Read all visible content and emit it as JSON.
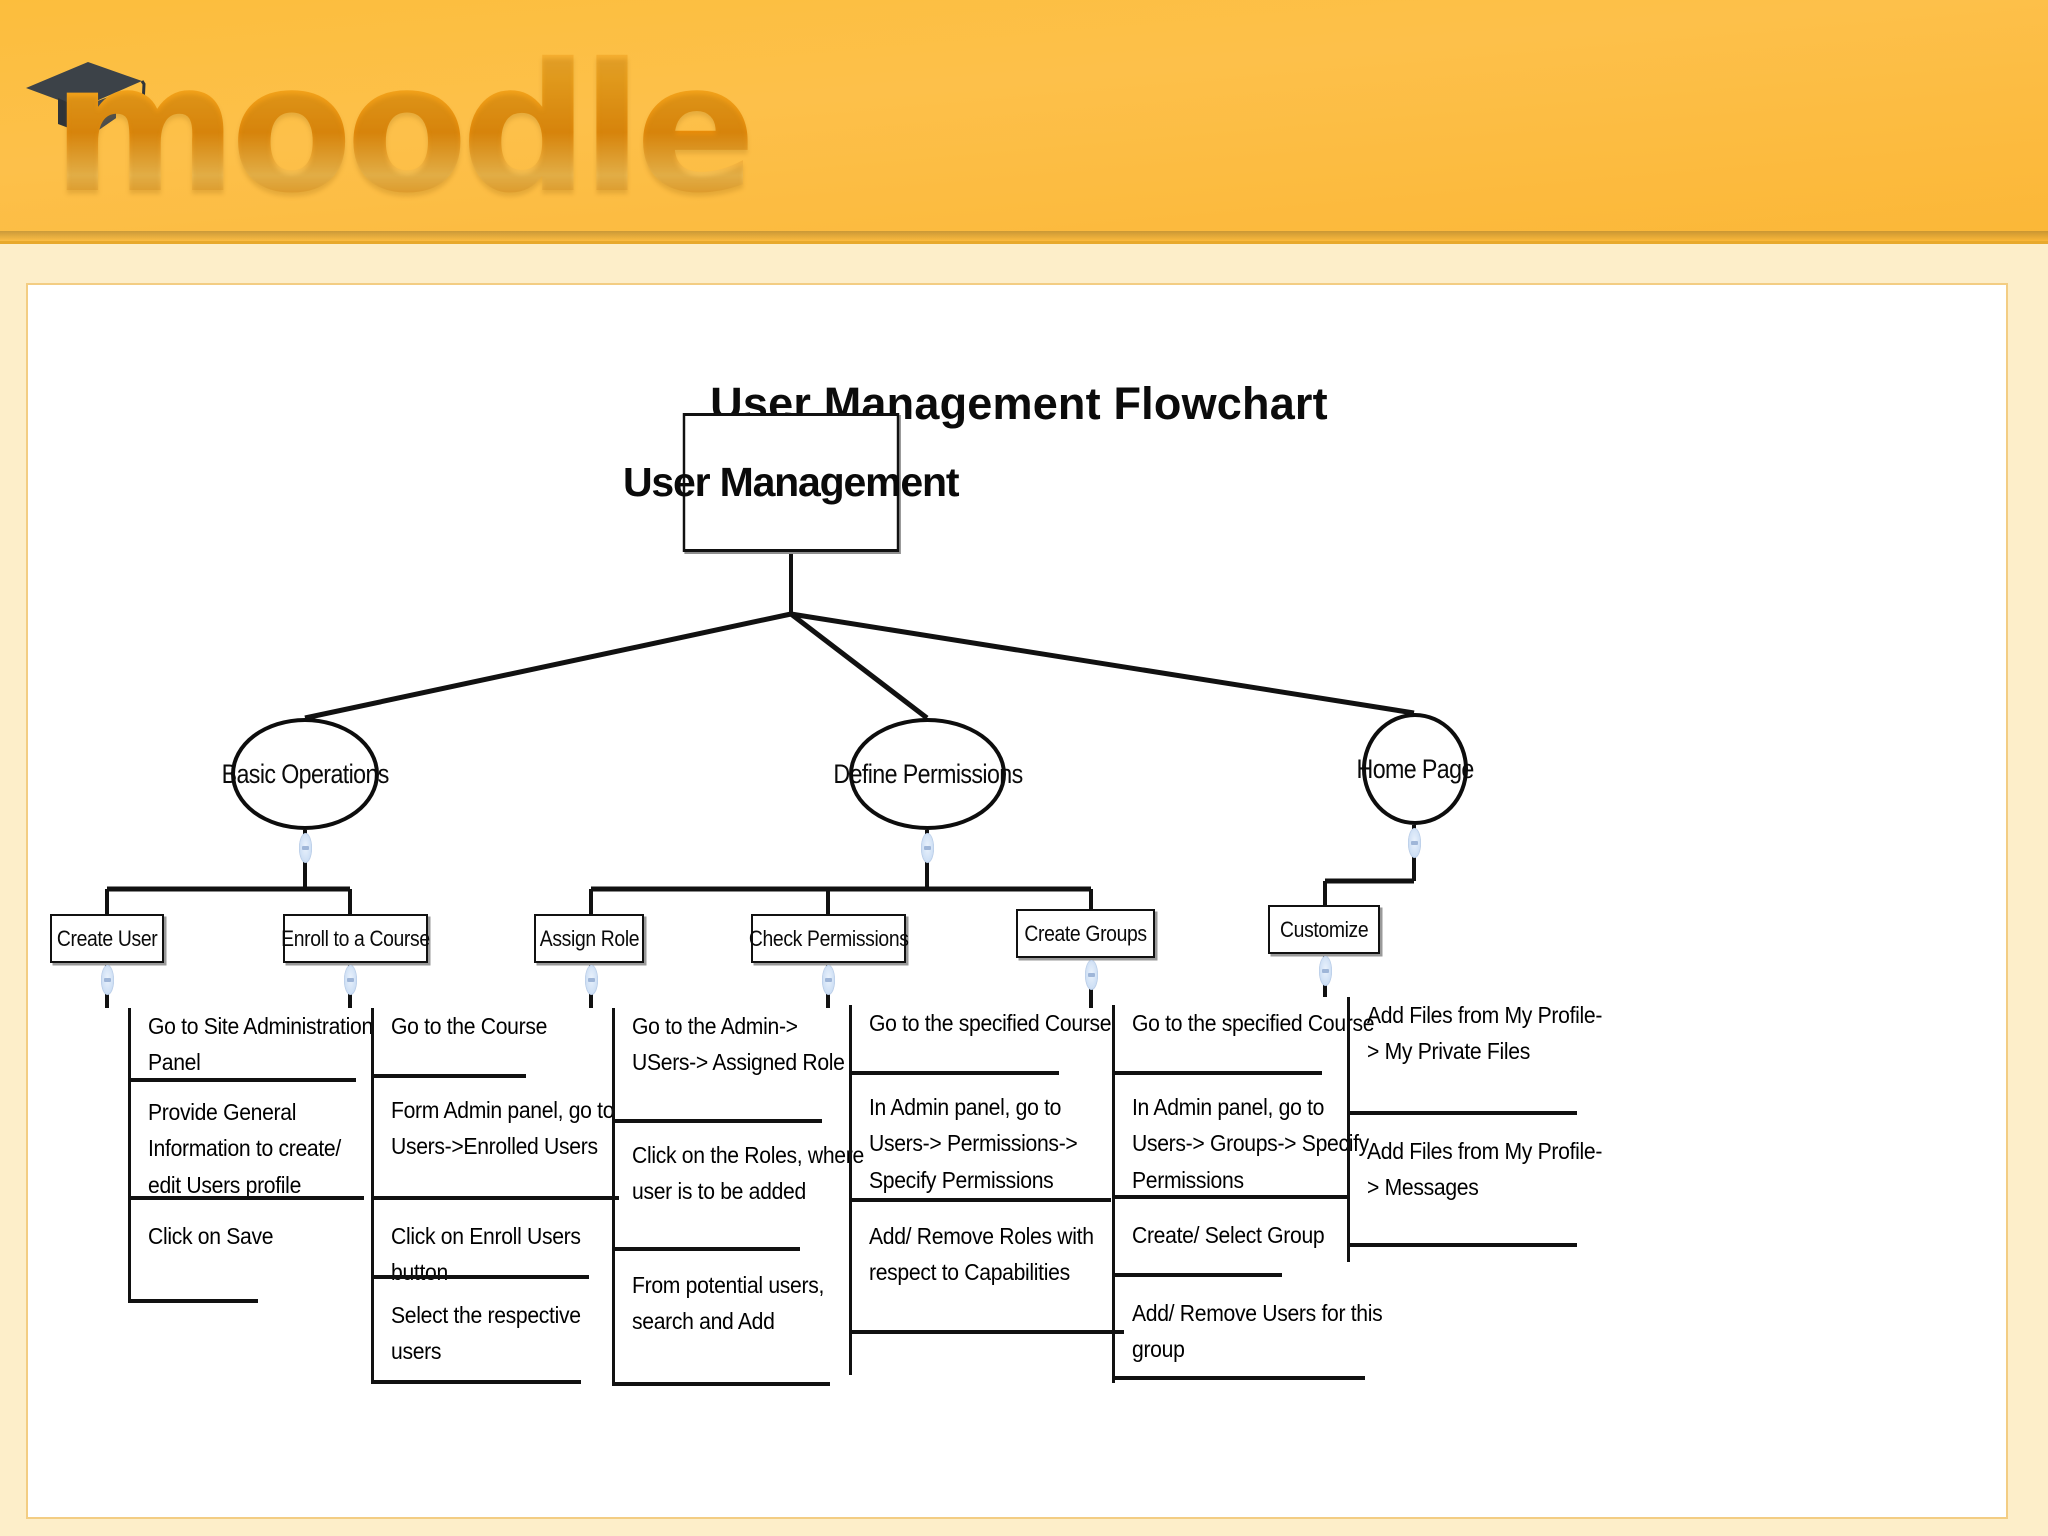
{
  "header": {
    "logo_text": "moodle",
    "logo_icon": "graduation-cap-icon",
    "brand_color": "#f5a81f",
    "banner_color": "#fcbe3d"
  },
  "diagram": {
    "title": "User Management Flowchart",
    "root": {
      "label": "User Management"
    },
    "branches": [
      {
        "label": "Basic Operations",
        "children": [
          {
            "label": "Create User",
            "steps": [
              "Go to Site Administration Panel",
              "Provide General Information to create/ edit Users profile",
              "Click on Save"
            ]
          },
          {
            "label": "Enroll to a Course",
            "steps": [
              "Go to the Course",
              "Form Admin panel, go to Users->Enrolled Users",
              "Click on Enroll Users button",
              "Select the respective users"
            ]
          }
        ]
      },
      {
        "label": "Define Permissions",
        "children": [
          {
            "label": "Assign Role",
            "steps": [
              "Go to the Admin-> USers-> Assigned Role",
              "Click on the Roles, where user is to be added",
              "From potential users, search and Add"
            ]
          },
          {
            "label": "Check Permissions",
            "steps": [
              "Go to the specified Course",
              " In Admin panel, go to Users-> Permissions-> Specify Permissions",
              "Add/ Remove Roles with respect to Capabilities"
            ]
          },
          {
            "label": "Create Groups",
            "steps": [
              "Go to the specified Course",
              "In Admin panel, go to Users-> Groups-> Specify Permissions",
              "Create/ Select Group",
              "Add/ Remove Users for this group"
            ]
          }
        ]
      },
      {
        "label": "Home Page",
        "children": [
          {
            "label": "Customize",
            "steps": [
              "Add Files from My Profile-> My Private Files",
              "Add Files from My Profile-> Messages"
            ]
          }
        ]
      }
    ]
  }
}
